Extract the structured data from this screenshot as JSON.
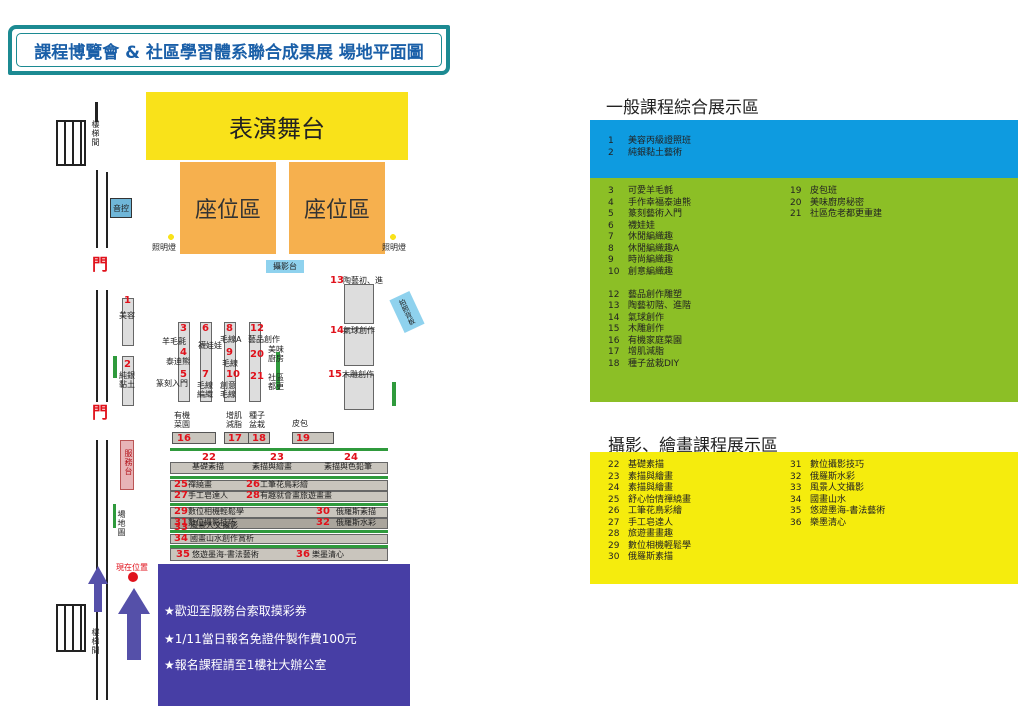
{
  "title": "課程博覽會 & 社區學習體系聯合成果展 場地平面圖",
  "map": {
    "stage": "表演舞台",
    "seat_left": "座位區",
    "seat_right": "座位區",
    "stairs_top": "樓梯間",
    "stairs_bottom": "樓梯間",
    "sound": "音控",
    "light_left": "照明燈",
    "light_right": "照明燈",
    "photo_stand": "攝影台",
    "door_upper": "門",
    "door_lower": "門",
    "service": "服務台",
    "venue_map": "場地圖",
    "here": "現在位置",
    "photo_booth": "拍照背板",
    "cells": [
      {
        "n": "1",
        "t": "美容"
      },
      {
        "n": "2",
        "t": "純銀黏土"
      },
      {
        "n": "3",
        "t": "羊毛氈"
      },
      {
        "n": "4",
        "t": "泰迪熊"
      },
      {
        "n": "5",
        "t": "篆刻入門"
      },
      {
        "n": "6",
        "t": "襪娃娃"
      },
      {
        "n": "7",
        "t": "毛線編織"
      },
      {
        "n": "8",
        "t": "毛線A"
      },
      {
        "n": "9",
        "t": "毛線"
      },
      {
        "n": "10",
        "t": "創意毛線"
      },
      {
        "n": "12",
        "t": "藝品創作"
      },
      {
        "n": "20",
        "t": "美味廚房"
      },
      {
        "n": "21",
        "t": "社區都更"
      },
      {
        "n": "13",
        "t": "陶藝初、進"
      },
      {
        "n": "14",
        "t": "氣球創作"
      },
      {
        "n": "15",
        "t": "木雕創作"
      },
      {
        "n": "16",
        "t": "有機菜園"
      },
      {
        "n": "17",
        "t": "增肌減脂"
      },
      {
        "n": "18",
        "t": "種子盆栽"
      },
      {
        "n": "19",
        "t": "皮包"
      }
    ],
    "rows": [
      {
        "n": "22",
        "t": "基礎素描"
      },
      {
        "n": "23",
        "t": "素描與繪畫"
      },
      {
        "n": "24",
        "t": "素描與色鉛筆"
      },
      {
        "n": "25",
        "t": "禪繞畫"
      },
      {
        "n": "26",
        "t": "工筆花鳥彩繪"
      },
      {
        "n": "27",
        "t": "手工皂達人"
      },
      {
        "n": "28",
        "t": "有趣就會畫旅遊畫畫"
      },
      {
        "n": "29",
        "t": "數位相機輕鬆學"
      },
      {
        "n": "30",
        "t": "俄羅斯素描"
      },
      {
        "n": "31",
        "t": "數位攝影技巧"
      },
      {
        "n": "32",
        "t": "俄羅斯水彩"
      },
      {
        "n": "33",
        "t": "風景人文攝影"
      },
      {
        "n": "34",
        "t": "國畫山水創作賞析"
      },
      {
        "n": "35",
        "t": "悠遊墨海-書法藝術"
      },
      {
        "n": "36",
        "t": "樂墨清心"
      }
    ],
    "info": [
      "★歡迎至服務台索取摸彩券",
      "★1/11當日報名免證件製作費100元",
      "★報名課程請至1樓社大辦公室"
    ]
  },
  "legend": {
    "general_title": "一般課程綜合展示區",
    "blue_items": [
      {
        "n": "1",
        "t": "美容丙級證照班"
      },
      {
        "n": "2",
        "t": "純銀黏土藝術"
      }
    ],
    "green_left": [
      {
        "n": "3",
        "t": "可愛羊毛氈"
      },
      {
        "n": "4",
        "t": "手作幸福泰迪熊"
      },
      {
        "n": "5",
        "t": "篆刻藝術入門"
      },
      {
        "n": "6",
        "t": "襪娃娃"
      },
      {
        "n": "7",
        "t": "休閒編織趣"
      },
      {
        "n": "8",
        "t": "休閒編織趣A"
      },
      {
        "n": "9",
        "t": "時尚編織趣"
      },
      {
        "n": "10",
        "t": "創意編織趣"
      },
      {
        "n": "",
        "t": ""
      },
      {
        "n": "12",
        "t": "藝品創作雕塑"
      },
      {
        "n": "13",
        "t": "陶藝初階、進階"
      },
      {
        "n": "14",
        "t": "氣球創作"
      },
      {
        "n": "15",
        "t": "木雕創作"
      },
      {
        "n": "16",
        "t": "有機家庭菜園"
      },
      {
        "n": "17",
        "t": "增肌減脂"
      },
      {
        "n": "18",
        "t": "種子盆栽DIY"
      }
    ],
    "green_right": [
      {
        "n": "19",
        "t": "皮包班"
      },
      {
        "n": "20",
        "t": "美味廚房秘密"
      },
      {
        "n": "21",
        "t": "社區危老都更重建"
      }
    ],
    "photo_title": "攝影、繪畫課程展示區",
    "yellow_left": [
      {
        "n": "22",
        "t": "基礎素描"
      },
      {
        "n": "23",
        "t": "素描與繪畫"
      },
      {
        "n": "24",
        "t": "素描與繪畫"
      },
      {
        "n": "25",
        "t": "舒心怡情禪繞畫"
      },
      {
        "n": "26",
        "t": "工筆花鳥彩繪"
      },
      {
        "n": "27",
        "t": "手工皂達人"
      },
      {
        "n": "28",
        "t": "旅遊畫畫趣"
      },
      {
        "n": "29",
        "t": "數位相機輕鬆學"
      },
      {
        "n": "30",
        "t": "俄羅斯素描"
      }
    ],
    "yellow_right": [
      {
        "n": "31",
        "t": "數位攝影技巧"
      },
      {
        "n": "32",
        "t": "俄羅斯水彩"
      },
      {
        "n": "33",
        "t": "風景人文攝影"
      },
      {
        "n": "34",
        "t": "國畫山水"
      },
      {
        "n": "35",
        "t": "悠遊墨海-書法藝術"
      },
      {
        "n": "36",
        "t": "樂墨清心"
      }
    ]
  },
  "colors": {
    "blue": "#0e9be0",
    "green": "#8cbf26",
    "yellow": "#f5ec0d",
    "stage": "#f9e21a",
    "seat": "#f6b04e",
    "info": "#473ea5"
  }
}
